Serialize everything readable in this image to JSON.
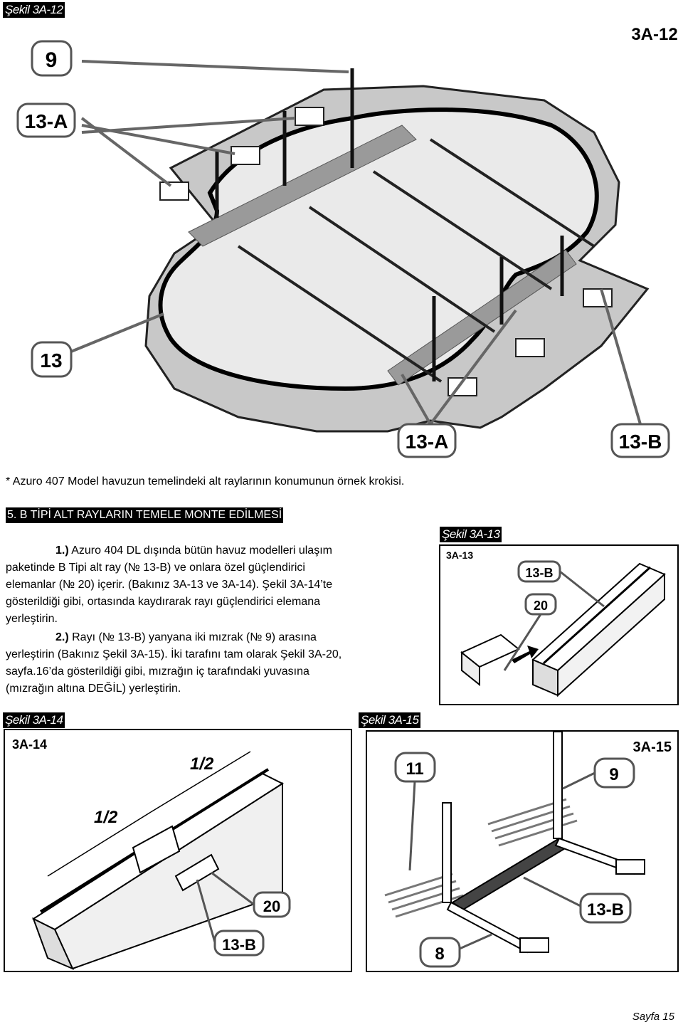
{
  "fig12": {
    "tag": "Şekil 3A-12",
    "code": "3A-12",
    "labels": [
      "9",
      "13-A",
      "13",
      "13-A",
      "13-B"
    ]
  },
  "caption": "* Azuro 407 Model havuzun temelindeki alt raylarının konumunun örnek krokisi.",
  "heading": "5. B TİPİ ALT RAYLARIN TEMELE MONTE EDİLMESİ",
  "step1": {
    "num": "1.)",
    "line1": "Azuro 404  DL dışında bütün havuz modelleri ulaşım",
    "line2": "paketinde B Tipi alt ray (№ 13-B) ve onlara özel güçlendirici",
    "line3": "elemanlar (№ 20) içerir. (Bakınız 3A-13 ve 3A-14). Şekil 3A-14’te",
    "line4": "gösterildiği gibi, ortasında kaydırarak rayı güçlendirici elemana",
    "line5": "yerleştirin."
  },
  "step2": {
    "num": "2.)",
    "line1": "Rayı (№ 13-B) yanyana iki mızrak (№ 9) arasına",
    "line2": "yerleştirin (Bakınız Şekil 3A-15). İki tarafını tam olarak Şekil 3A-20,",
    "line3": "sayfa.16’da gösterildiği gibi, mızrağın iç tarafındaki yuvasına",
    "line4": "(mızrağın altına DEĞİL) yerleştirin."
  },
  "fig13": {
    "tag": "Şekil 3A-13",
    "code": "3A-13",
    "labels": [
      "13-B",
      "20"
    ]
  },
  "fig14": {
    "tag": "Şekil 3A-14",
    "code": "3A-14",
    "labels": [
      "1/2",
      "1/2",
      "20",
      "13-B"
    ]
  },
  "fig15": {
    "tag": "Şekil 3A-15",
    "code": "3A-15",
    "labels": [
      "11",
      "9",
      "13-B",
      "8"
    ]
  },
  "footer": "Sayfa 15"
}
